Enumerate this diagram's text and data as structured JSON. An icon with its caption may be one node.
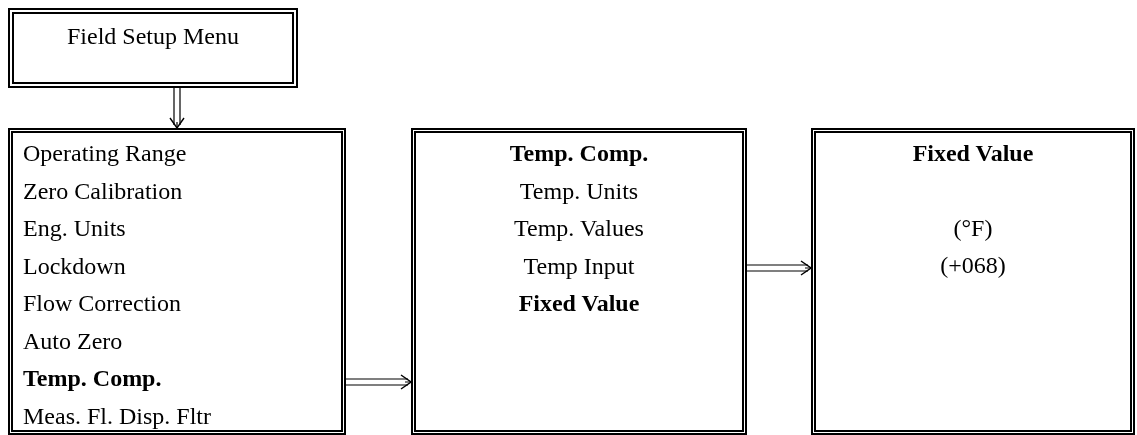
{
  "diagram": {
    "nodes": [
      {
        "text": [
          "Field Setup Menu"
        ]
      },
      {
        "text": [
          "Operating Range",
          "Zero Calibration",
          "Eng. Units",
          "Lockdown",
          "Flow Correction",
          "Auto Zero",
          "**Temp. Comp.**",
          "Meas. Fl. Disp. Fltr"
        ]
      },
      {
        "text": [
          "**Temp. Comp.**",
          "Temp. Units",
          "Temp. Values",
          "Temp Input",
          "**Fixed Value**"
        ]
      },
      {
        "text": [
          "**Fixed Value**",
          "(°F)",
          "(+068)"
        ]
      }
    ],
    "edges": [
      {
        "from": 0,
        "to": 1,
        "arrow": "to"
      },
      {
        "from": 1,
        "to": 2,
        "arrow": "to"
      },
      {
        "from": 2,
        "to": 3,
        "arrow": "to"
      }
    ]
  }
}
